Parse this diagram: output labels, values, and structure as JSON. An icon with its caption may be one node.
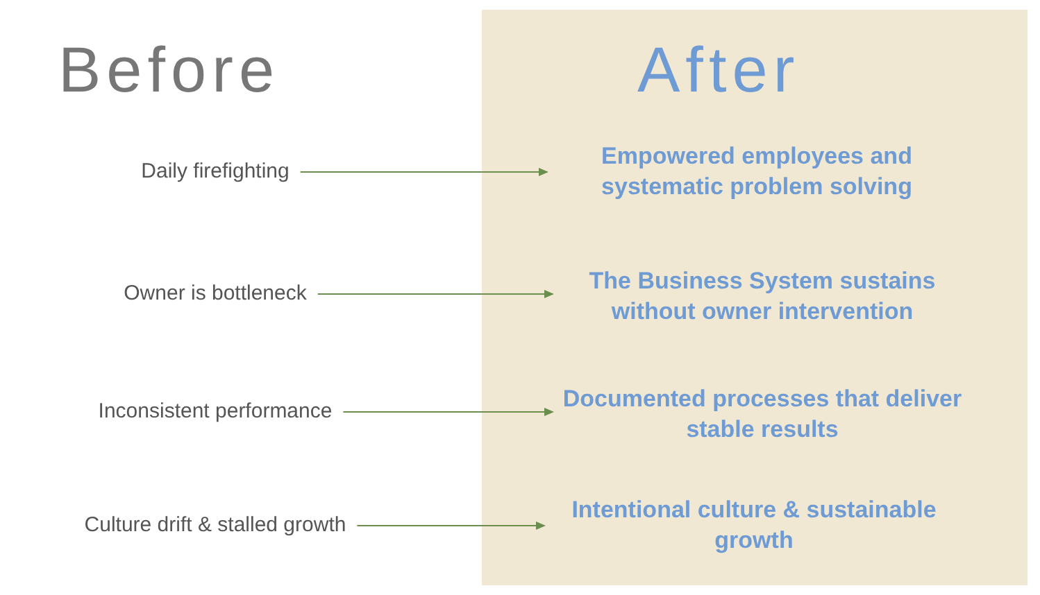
{
  "diagram": {
    "nodes": [
      {
        "text": [
          "After"
        ]
      },
      {
        "text": [
          "Daily firefighting"
        ]
      },
      {
        "text": [
          "Owner is bottleneck"
        ]
      },
      {
        "text": [
          "Inconsistent performance"
        ]
      },
      {
        "text": [
          "Culture drift & stalled growth"
        ]
      },
      {
        "text": [
          "Empowered employees and systematic problem solving"
        ],
        "in": 0
      },
      {
        "text": [
          "The Business System sustains without owner intervention"
        ],
        "in": 0
      },
      {
        "text": [
          "Documented processes that deliver stable results"
        ],
        "in": 0
      },
      {
        "text": [
          "Intentional culture & sustainable growth"
        ],
        "in": 0
      }
    ],
    "edges": [
      {
        "from": 1,
        "to": 5,
        "arrow": "to"
      },
      {
        "from": 2,
        "to": 6,
        "arrow": "to"
      },
      {
        "from": 3,
        "to": 7,
        "arrow": "to"
      },
      {
        "from": 4,
        "to": 8,
        "arrow": "to"
      }
    ],
    "labels": [
      "Before"
    ]
  }
}
